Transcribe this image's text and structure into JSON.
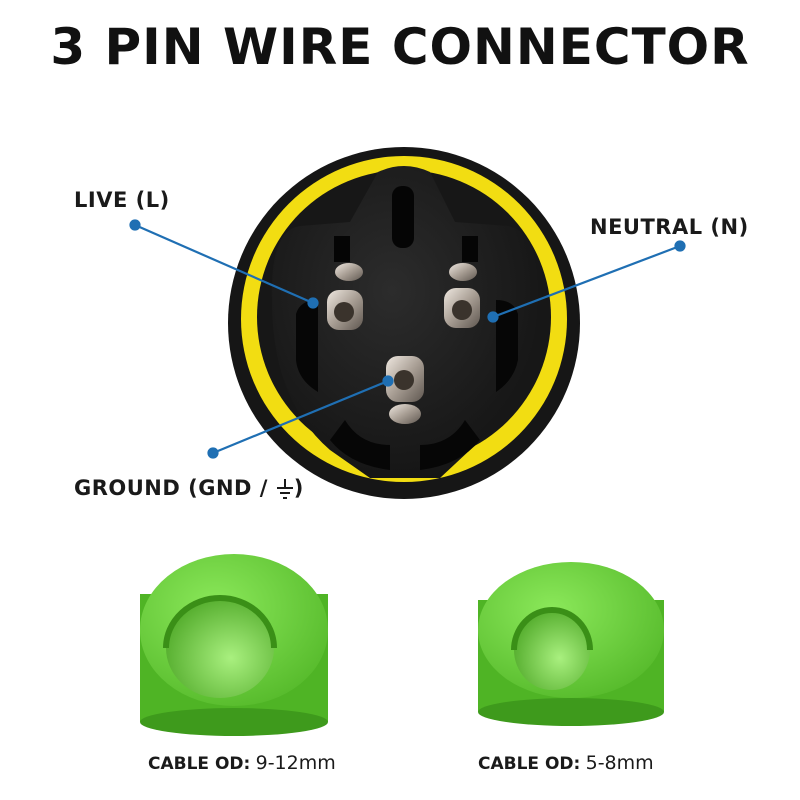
{
  "title": "3 PIN WIRE CONNECTOR",
  "labels": {
    "live": "LIVE (L)",
    "neutral": "NEUTRAL (N)",
    "ground_prefix": "GROUND (GND / ",
    "ground_suffix": ")"
  },
  "seals": [
    {
      "caption_key": "CABLE OD:",
      "caption_value": "9-12mm"
    },
    {
      "caption_key": "CABLE OD:",
      "caption_value": "5-8mm"
    }
  ],
  "colors": {
    "leader": "#1f6fb3",
    "housing_yellow": "#f2dd12",
    "housing_black": "#141414",
    "seal_green": "#6fd03a"
  },
  "icons": [
    "ground-symbol-icon"
  ]
}
